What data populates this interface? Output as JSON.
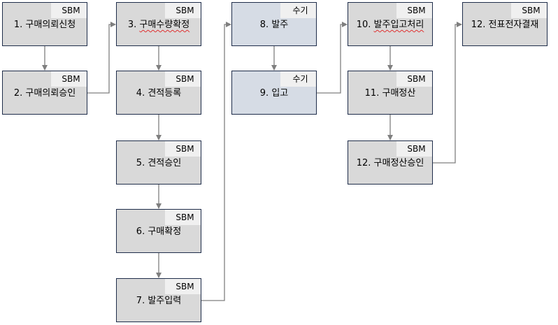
{
  "boxes": [
    {
      "id": "b1",
      "num": "1.",
      "text": "구매의뢰신청",
      "tag": "SBM",
      "type": "system"
    },
    {
      "id": "b2",
      "num": "2.",
      "text": "구매의뢰승인",
      "tag": "SBM",
      "type": "system"
    },
    {
      "id": "b3",
      "num": "3.",
      "text": "구매수량확정",
      "tag": "SBM",
      "type": "system",
      "spellcheck": true
    },
    {
      "id": "b4",
      "num": "4.",
      "text": "견적등록",
      "tag": "SBM",
      "type": "system"
    },
    {
      "id": "b5",
      "num": "5.",
      "text": "견적승인",
      "tag": "SBM",
      "type": "system"
    },
    {
      "id": "b6",
      "num": "6.",
      "text": "구매확정",
      "tag": "SBM",
      "type": "system"
    },
    {
      "id": "b7",
      "num": "7.",
      "text": "발주입력",
      "tag": "SBM",
      "type": "system"
    },
    {
      "id": "b8",
      "num": "8.",
      "text": "발주",
      "tag": "수기",
      "type": "manual"
    },
    {
      "id": "b9",
      "num": "9.",
      "text": "입고",
      "tag": "수기",
      "type": "manual"
    },
    {
      "id": "b10",
      "num": "10.",
      "text": "발주입고처리",
      "tag": "SBM",
      "type": "system",
      "spellcheck": true
    },
    {
      "id": "b11",
      "num": "11.",
      "text": "구매정산",
      "tag": "SBM",
      "type": "system"
    },
    {
      "id": "b12",
      "num": "12.",
      "text": "구매정산승인",
      "tag": "SBM",
      "type": "system"
    },
    {
      "id": "b13",
      "num": "12.",
      "text": "전표전자결재",
      "tag": "SBM",
      "type": "system"
    }
  ],
  "edges": [
    [
      "b1",
      "b2"
    ],
    [
      "b2",
      "b3"
    ],
    [
      "b3",
      "b4"
    ],
    [
      "b4",
      "b5"
    ],
    [
      "b5",
      "b6"
    ],
    [
      "b6",
      "b7"
    ],
    [
      "b7",
      "b8"
    ],
    [
      "b8",
      "b9"
    ],
    [
      "b9",
      "b10"
    ],
    [
      "b10",
      "b11"
    ],
    [
      "b11",
      "b12"
    ],
    [
      "b12",
      "b13"
    ]
  ],
  "colors": {
    "system": "#d9d9d9",
    "manual": "#d6dce5",
    "border": "#1f2d4a",
    "connector": "#7f7f7f",
    "tag_bg": "#f0f0f0"
  }
}
